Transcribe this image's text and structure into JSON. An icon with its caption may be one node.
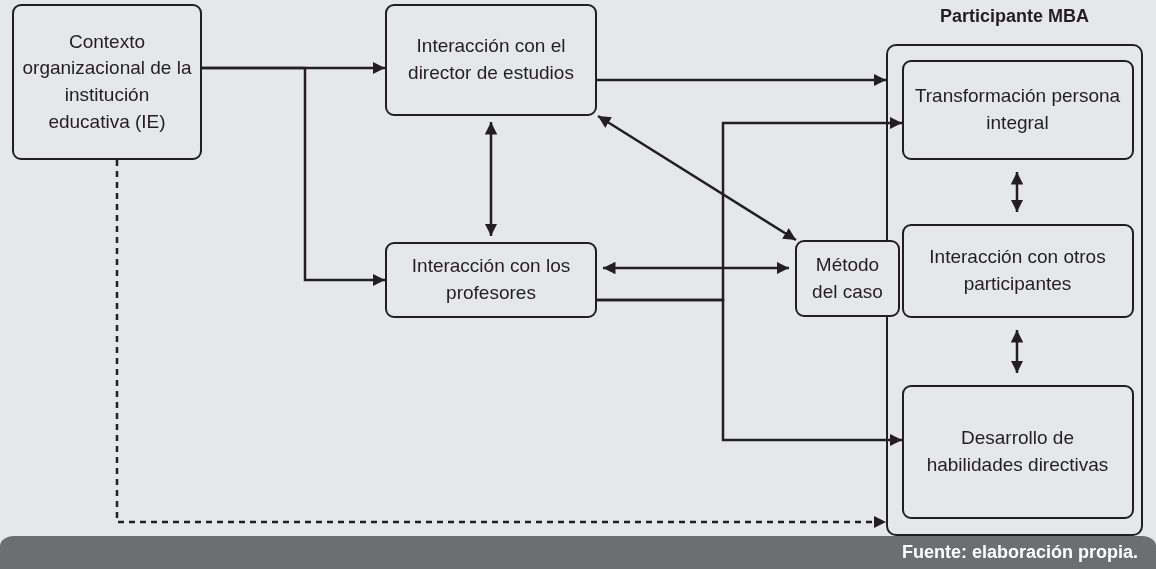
{
  "diagram": {
    "caption": "Fuente: elaboración propia.",
    "nodes": [
      {
        "text": [
          "Contexto organizacional de la institución educativa (IE)"
        ]
      },
      {
        "text": [
          "Interacción con el director de estudios"
        ]
      },
      {
        "text": [
          "Interacción con los profesores"
        ]
      },
      {
        "text": [
          "Participante MBA"
        ]
      },
      {
        "text": [
          "Transformación persona integral"
        ],
        "in": 3
      },
      {
        "text": [
          "Interacción con otros participantes"
        ],
        "in": 3
      },
      {
        "text": [
          "Desarrollo de habilidades directivas"
        ],
        "in": 3
      },
      {
        "text": [
          "Método del caso"
        ]
      }
    ],
    "edges": [
      {
        "from": 0,
        "to": 1,
        "arrow": "to"
      },
      {
        "from": 0,
        "to": 2,
        "arrow": "to"
      },
      {
        "from": 1,
        "to": 3,
        "arrow": "to"
      },
      {
        "from": 1,
        "to": 2,
        "arrow": "both"
      },
      {
        "from": 1,
        "to": 7,
        "arrow": "both"
      },
      {
        "from": 2,
        "to": 7,
        "arrow": "both"
      },
      {
        "from": 2,
        "to": 4,
        "arrow": "to"
      },
      {
        "from": 2,
        "to": 6,
        "arrow": "to"
      },
      {
        "from": 4,
        "to": 5,
        "arrow": "both"
      },
      {
        "from": 5,
        "to": 6,
        "arrow": "both"
      },
      {
        "from": 0,
        "to": 3,
        "arrow": "to",
        "style": "dashed"
      }
    ]
  }
}
